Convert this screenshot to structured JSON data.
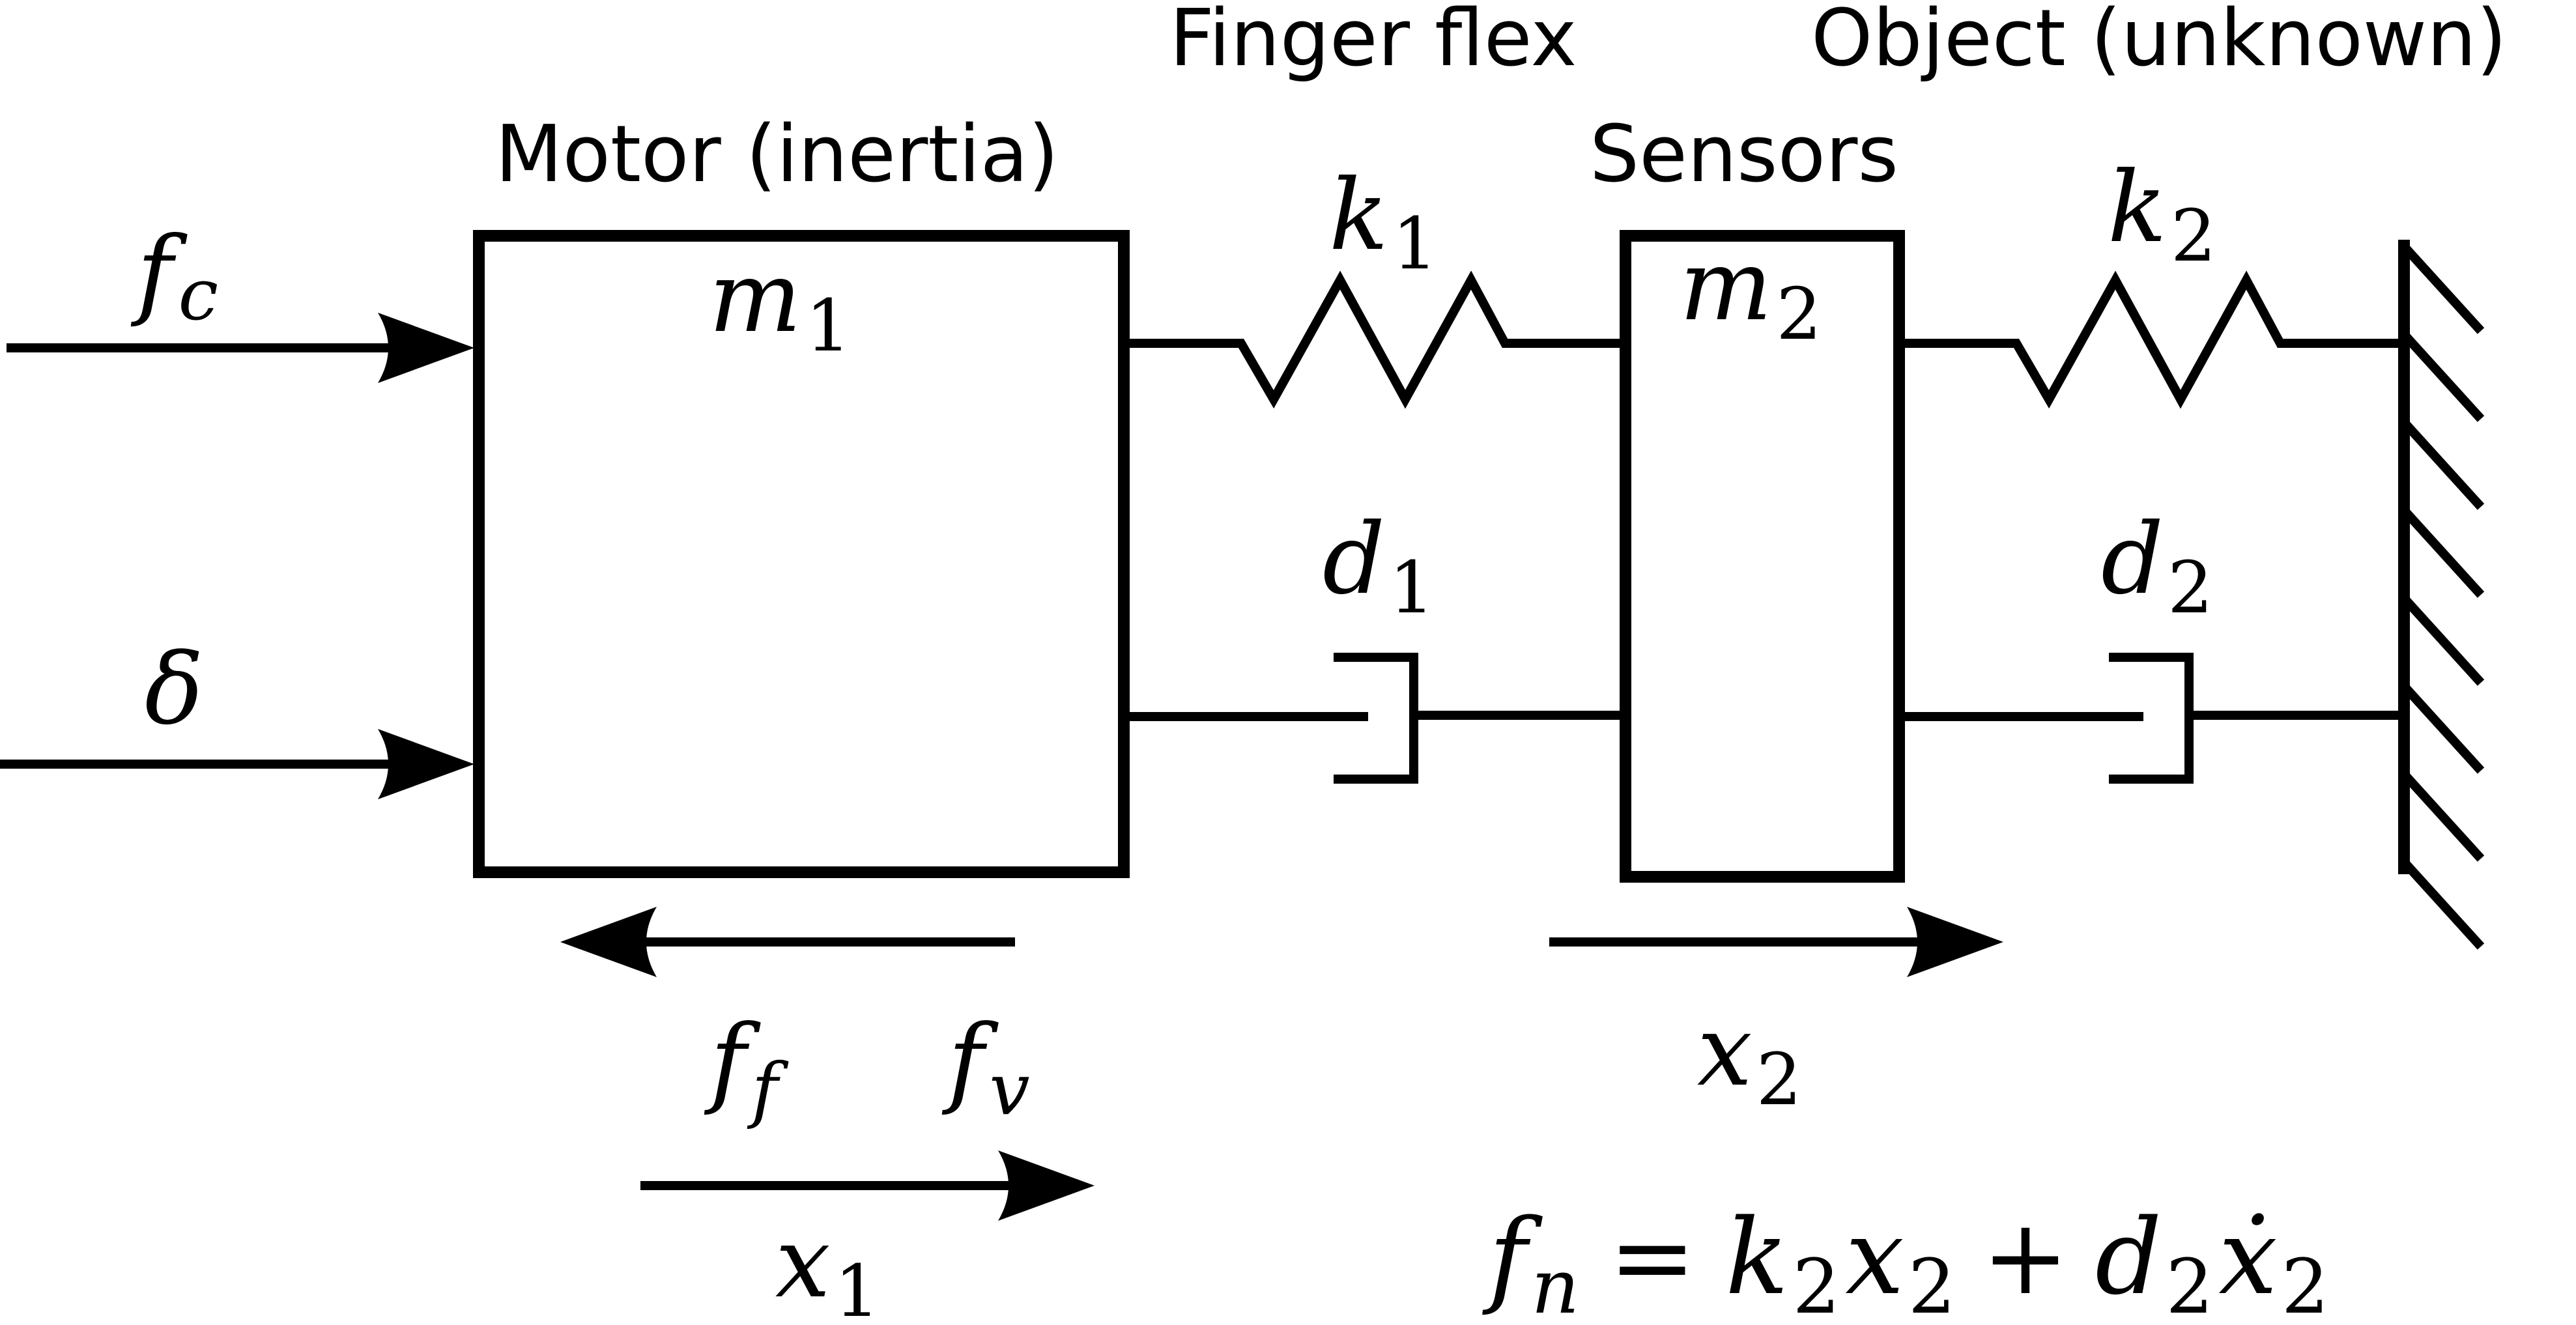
{
  "labels": {
    "motor": "Motor (inertia)",
    "finger_flex": "Finger flex",
    "sensors": "Sensors",
    "object": "Object (unknown)"
  },
  "symbols": {
    "fc": {
      "base": "f",
      "sub": "c"
    },
    "delta": {
      "base": "δ"
    },
    "m1": {
      "base": "m",
      "sub": "1"
    },
    "m2": {
      "base": "m",
      "sub": "2"
    },
    "k1": {
      "base": "k",
      "sub": "1"
    },
    "k2": {
      "base": "k",
      "sub": "2"
    },
    "d1": {
      "base": "d",
      "sub": "1"
    },
    "d2": {
      "base": "d",
      "sub": "2"
    },
    "ff": {
      "base": "f",
      "sub": "f"
    },
    "fv": {
      "base": "f",
      "sub": "v"
    },
    "x1": {
      "base": "x",
      "sub": "1"
    },
    "x2": {
      "base": "x",
      "sub": "2"
    }
  },
  "equation": {
    "lhs_base": "f",
    "lhs_sub": "n",
    "equals": "=",
    "t1_base": "k",
    "t1_sub": "2",
    "t1_var": "x",
    "t1_var_sub": "2",
    "plus": "+",
    "t2_base": "d",
    "t2_sub": "2",
    "t2_var": "ẋ",
    "t2_var_sub": "2"
  }
}
